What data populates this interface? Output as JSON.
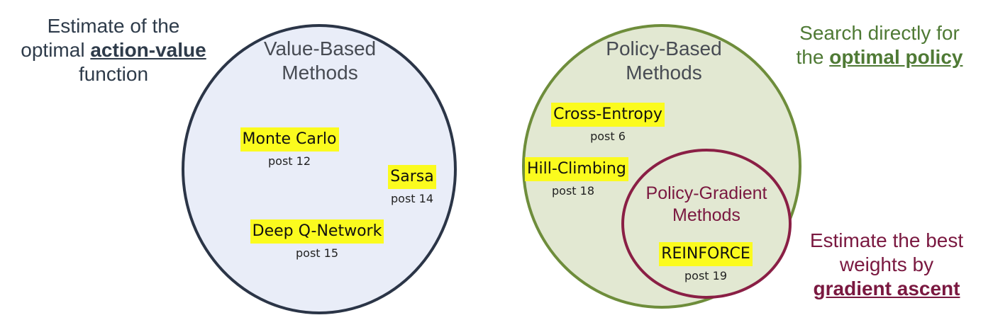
{
  "left_note": {
    "line1": "Estimate of the",
    "line2_prefix": "optimal ",
    "line2_bold": "action-value",
    "line3": "function"
  },
  "right_top_note": {
    "line1": "Search directly for",
    "line2_prefix": "the ",
    "line2_bold": "optimal policy"
  },
  "right_bottom_note": {
    "line1": "Estimate the best",
    "line2": "weights by",
    "line3_bold": "gradient ascent"
  },
  "value_based": {
    "title_line1": "Value-Based",
    "title_line2": "Methods",
    "methods": [
      {
        "name": "Monte Carlo",
        "post": "post 12"
      },
      {
        "name": "Sarsa",
        "post": "post 14"
      },
      {
        "name": "Deep Q-Network",
        "post": "post 15"
      }
    ]
  },
  "policy_based": {
    "title_line1": "Policy-Based",
    "title_line2": "Methods",
    "methods": [
      {
        "name": "Cross-Entropy",
        "post": "post 6"
      },
      {
        "name": "Hill-Climbing",
        "post": "post 18"
      }
    ]
  },
  "policy_gradient": {
    "title_line1": "Policy-Gradient",
    "title_line2": "Methods",
    "methods": [
      {
        "name": "REINFORCE",
        "post": "post 19"
      }
    ]
  },
  "colors": {
    "value_circle_fill": "#e9edf8",
    "value_circle_border": "#2b3547",
    "policy_circle_fill": "#e2e8d2",
    "policy_circle_border": "#6e8d3b",
    "pg_circle_border": "#8a1f45",
    "highlight": "#fbfb1e"
  }
}
